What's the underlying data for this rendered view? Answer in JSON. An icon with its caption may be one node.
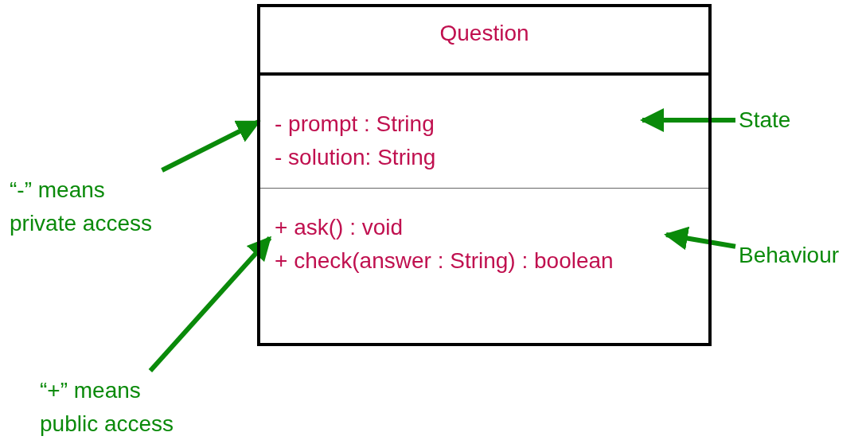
{
  "diagram": {
    "nodes": [
      {
        "text": [
          "Question"
        ]
      },
      {
        "text": [
          "- prompt : String",
          "- solution: String"
        ],
        "in": 0
      },
      {
        "text": [
          "+ ask() : void",
          "+ check(answer : String) : boolean"
        ],
        "in": 0
      },
      {
        "text": [
          "“-” means private access"
        ]
      },
      {
        "text": [
          "“+” means public access"
        ]
      },
      {
        "text": [
          "State"
        ]
      },
      {
        "text": [
          "Behaviour"
        ]
      }
    ],
    "edges": [
      {
        "from": 3,
        "to": 1,
        "arrow": "to"
      },
      {
        "from": 4,
        "to": 2,
        "arrow": "to"
      },
      {
        "from": 5,
        "to": 1,
        "arrow": "to"
      },
      {
        "from": 6,
        "to": 2,
        "arrow": "to"
      }
    ]
  }
}
